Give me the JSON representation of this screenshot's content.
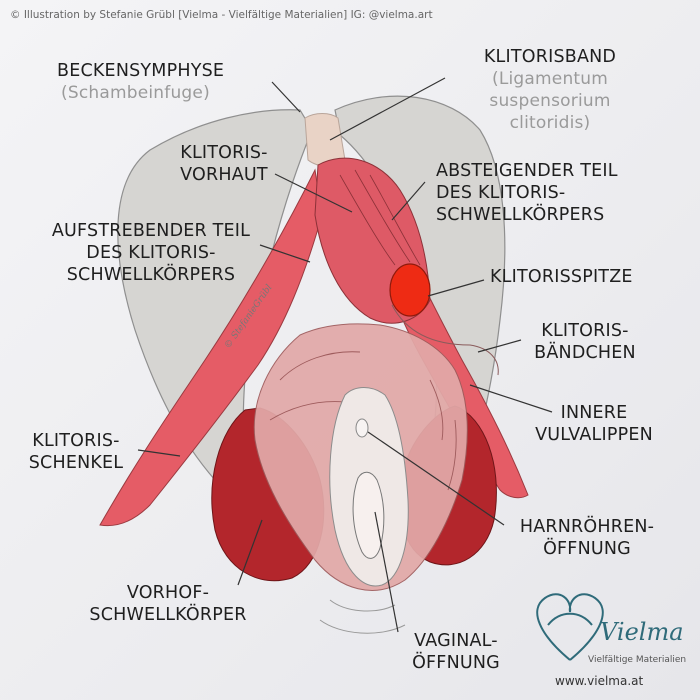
{
  "credit": "© Illustration by Stefanie Grübl [Vielma - Vielfältige Materialien] IG: @vielma.art",
  "signature": "© StefanieGrübl",
  "labels": {
    "beckensymphyse": "BECKENSYMPHYSE",
    "schambeinfuge": "(Schambeinfuge)",
    "klitorisband": "KLITORISBAND",
    "ligamentum_1": "(Ligamentum",
    "ligamentum_2": "suspensorium",
    "ligamentum_3": "clitoridis)",
    "vorhaut_1": "KLITORIS-",
    "vorhaut_2": "VORHAUT",
    "absteigend_1": "ABSTEIGENDER TEIL",
    "absteigend_2": "DES KLITORIS-",
    "absteigend_3": "SCHWELLKÖRPERS",
    "aufstrebend_1": "AUFSTREBENDER TEIL",
    "aufstrebend_2": "DES KLITORIS-",
    "aufstrebend_3": "SCHWELLKÖRPERS",
    "spitze": "KLITORISSPITZE",
    "baendchen_1": "KLITORIS-",
    "baendchen_2": "BÄNDCHEN",
    "innere_1": "INNERE",
    "innere_2": "VULVALIPPEN",
    "schenkel_1": "KLITORIS-",
    "schenkel_2": "SCHENKEL",
    "harnroehren_1": "HARNRÖHREN-",
    "harnroehren_2": "ÖFFNUNG",
    "vorhof_1": "VORHOF-",
    "vorhof_2": "SCHWELLKÖRPER",
    "vaginal_1": "VAGINAL-",
    "vaginal_2": "ÖFFNUNG"
  },
  "logo": {
    "name": "Vielma",
    "tagline": "Vielfältige Materialien",
    "url": "www.vielma.at"
  },
  "colors": {
    "bone": "#d7d6d3",
    "erectile": "#e8626a",
    "bulb": "#b3262c",
    "glans": "#ee2b14",
    "labia": "#e7c7c5",
    "brand": "#2f6b7a"
  }
}
